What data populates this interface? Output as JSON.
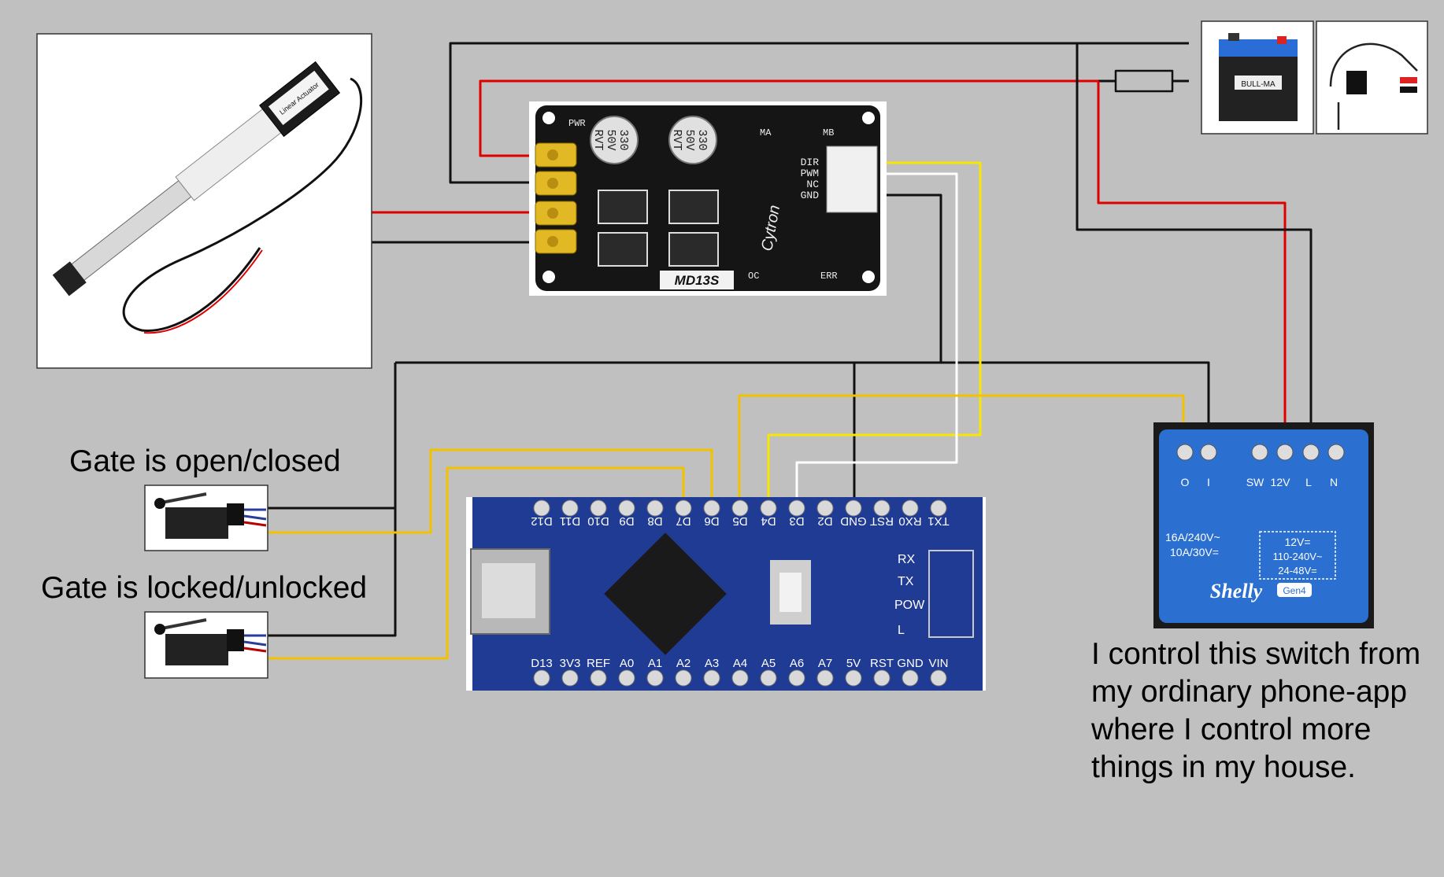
{
  "labels": {
    "open_switch": "Gate is open/closed",
    "lock_switch": "Gate is locked/unlocked",
    "shelly_note_lines": [
      "I control this switch from",
      "my ordinary phone-app",
      "where I control more",
      "things in my house."
    ]
  },
  "motor_driver": {
    "model": "MD13S",
    "brand": "Cytron",
    "capacitor_text": [
      "330",
      "50V",
      "RVT"
    ],
    "pins": [
      "DIR",
      "PWM",
      "NC",
      "GND"
    ],
    "silk": [
      "PWR",
      "MA",
      "MB",
      "OC",
      "ERR"
    ]
  },
  "arduino": {
    "top_pins": [
      "D12",
      "D11",
      "D10",
      "D9",
      "D8",
      "D7",
      "D6",
      "D5",
      "D4",
      "D3",
      "D2",
      "GND",
      "RST",
      "RX0",
      "TX1"
    ],
    "bottom_pins": [
      "D13",
      "3V3",
      "REF",
      "A0",
      "A1",
      "A2",
      "A3",
      "A4",
      "A5",
      "A6",
      "A7",
      "5V",
      "RST",
      "GND",
      "VIN"
    ],
    "leds": [
      "RX",
      "TX",
      "POW",
      "L"
    ]
  },
  "shelly": {
    "brand": "Shelly",
    "gen": "Gen4",
    "terminals": [
      "O",
      "I",
      "SW",
      "12V",
      "L",
      "N"
    ],
    "ratings": [
      "16A/240V~",
      "10A/30V="
    ],
    "supply": [
      "12V=",
      "110-240V~",
      "24-48V="
    ]
  },
  "actuator": {
    "label": "Linear Actuator"
  },
  "battery": {
    "label": "BULL-MA"
  },
  "colors": {
    "background": "#c0c0c0",
    "wire_red": "#e00000",
    "wire_black": "#111111",
    "wire_yellow": "#f2c200",
    "wire_white": "#ffffff",
    "pcb_blue": "#1f3b94",
    "pcb_black": "#151515",
    "shelly_blue": "#2b6fd0"
  }
}
